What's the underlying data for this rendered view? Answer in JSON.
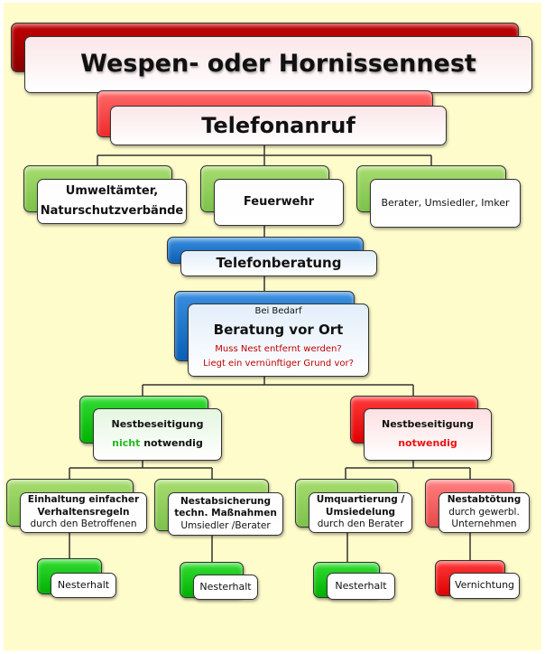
{
  "title": "Wespen- oder Hornissennest",
  "call": "Telefonanruf",
  "contacts": {
    "authorities_line1": "Umweltämter,",
    "authorities_line2": "Naturschutzverbände",
    "fire": "Feuerwehr",
    "advisors": "Berater, Umsiedler, Imker"
  },
  "phone_advice": "Telefonberatung",
  "onsite": {
    "pre": "Bei Bedarf",
    "title": "Beratung vor Ort",
    "q1": "Muss Nest entfernt werden?",
    "q2": "Liegt ein vernünftiger Grund vor?"
  },
  "not_needed": {
    "line1": "Nestbeseitigung",
    "nicht": "nicht",
    "rest": " notwendig"
  },
  "needed": {
    "line1": "Nestbeseitigung",
    "line2": "notwendig"
  },
  "actions": [
    {
      "l1": "Einhaltung einfacher",
      "l2": "Verhaltensregeln",
      "l3": "durch den Betroffenen",
      "result": "Nesterhalt"
    },
    {
      "l1": "Nestabsicherung",
      "l2": "techn. Maßnahmen",
      "l3": "Umsiedler /Berater",
      "result": "Nesterhalt"
    },
    {
      "l1": "Umquartierung /",
      "l2": "Umsiedelung",
      "l3": "durch den Berater",
      "result": "Nesterhalt"
    },
    {
      "l1": "Nestabtötung",
      "l2": "durch gewerbl.",
      "l3": "Unternehmen",
      "result": "Vernichtung"
    }
  ],
  "colors": {
    "background": "#fffccc",
    "green_text": "#22bb22",
    "red_text": "#ee1111",
    "question_text": "#c00000"
  }
}
